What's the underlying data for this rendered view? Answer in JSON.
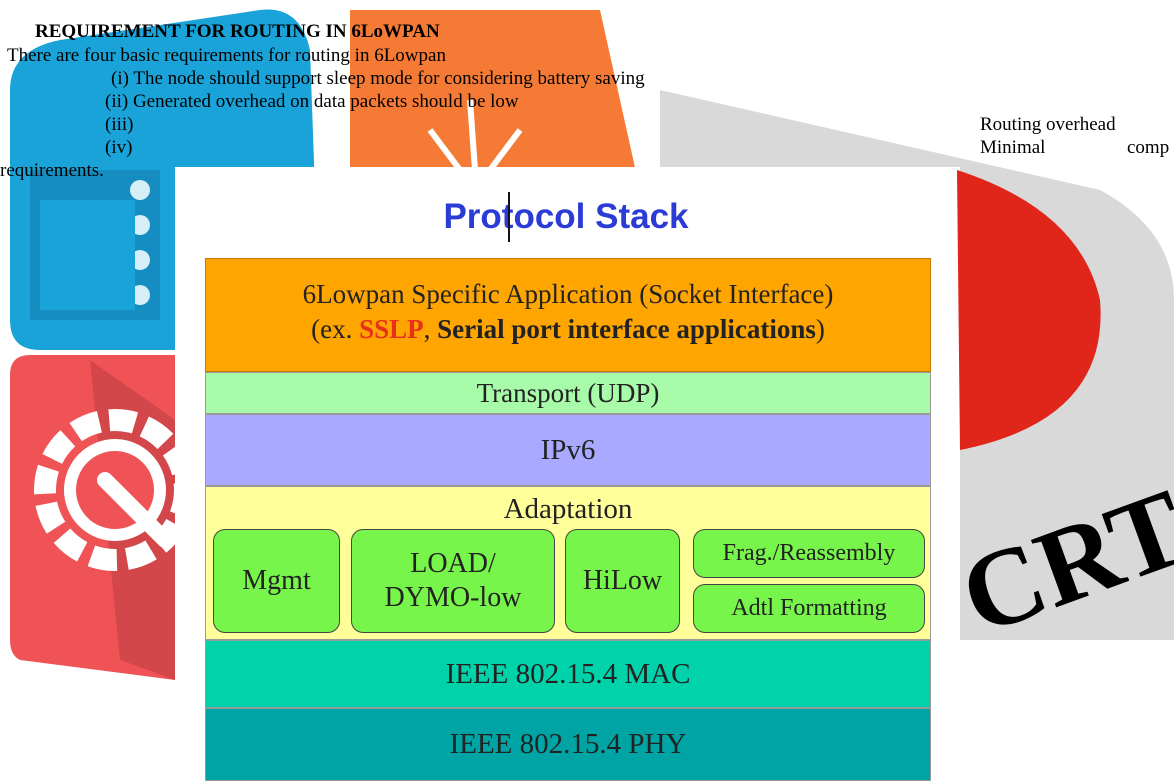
{
  "heading": "REQUIREMENT FOR ROUTING IN 6LoWPAN",
  "intro": "There are four basic requirements for routing in 6Lowpan",
  "items": [
    "(i) The node should support sleep mode for considering battery saving",
    "(ii) Generated overhead on data packets should be low",
    "(iii)",
    "(iv)"
  ],
  "right_fragments": [
    "Routing overhead",
    "Minimal",
    "comp"
  ],
  "left_fragment": "requirements.",
  "watermark_letters": "CRT",
  "diagram": {
    "title": "Protocol Stack",
    "application": {
      "line1": "6Lowpan Specific Application (Socket Interface)",
      "line2_prefix": "(ex. ",
      "sslp": "SSLP",
      "comma": ", ",
      "serial": "Serial port interface applications",
      "close": ")"
    },
    "transport": "Transport (UDP)",
    "ipv6": "IPv6",
    "adaptation": {
      "title": "Adaptation",
      "mgmt": "Mgmt",
      "load_line1": "LOAD/",
      "load_line2": "DYMO-low",
      "hilow": "HiLow",
      "frag": "Frag./Reassembly",
      "adtl": "Adtl Formatting"
    },
    "mac": "IEEE 802.15.4 MAC",
    "phy": "IEEE 802.15.4 PHY"
  },
  "colors": {
    "title_blue": "#2b3bd6",
    "app_orange": "#ffa500",
    "transport_green": "#a8fba8",
    "ipv6_blue": "#a9a9ff",
    "adaptation_yellow": "#ffff99",
    "module_green": "#77f54a",
    "mac_teal": "#00d2aa",
    "phy_teal": "#00a4a4",
    "sslp_red": "#e8301c"
  }
}
